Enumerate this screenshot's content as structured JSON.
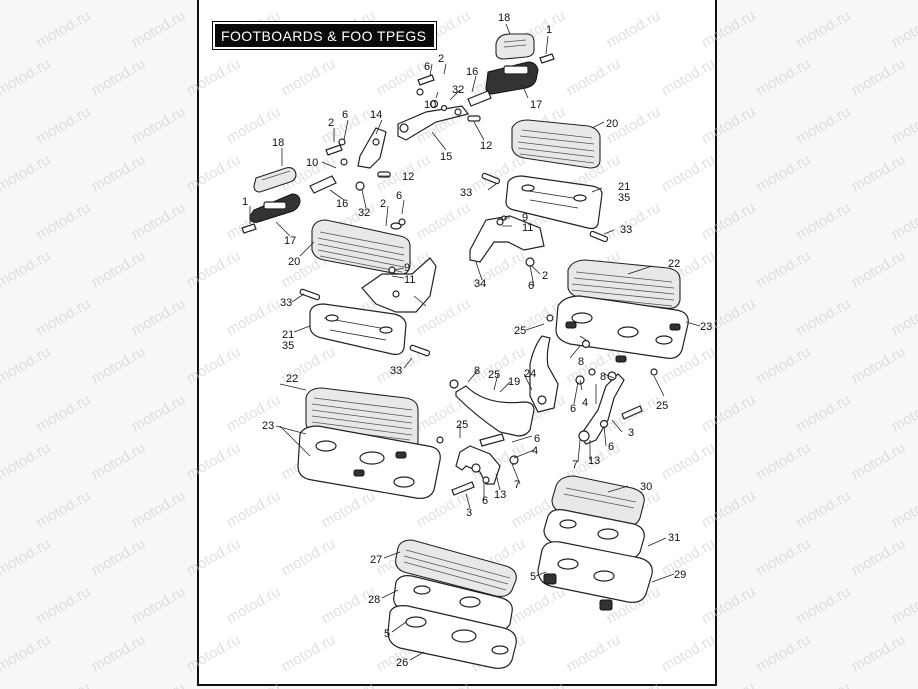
{
  "title": "FOOTBOARDS & FOO TPEGS",
  "watermark": "motod.ru",
  "callouts": [
    "18",
    "1",
    "6",
    "2",
    "16",
    "10",
    "32",
    "17",
    "14",
    "6",
    "2",
    "15",
    "12",
    "18",
    "10",
    "12",
    "16",
    "32",
    "1",
    "17",
    "20",
    "6",
    "2",
    "9",
    "11",
    "20",
    "33",
    "21",
    "35",
    "33",
    "9",
    "11",
    "2",
    "34",
    "6",
    "21",
    "35",
    "33",
    "22",
    "25",
    "23",
    "33",
    "8",
    "24",
    "25",
    "19",
    "8",
    "22",
    "4",
    "8",
    "6",
    "25",
    "23",
    "25",
    "6",
    "3",
    "6",
    "7",
    "13",
    "4",
    "3",
    "6",
    "13",
    "7",
    "30",
    "31",
    "27",
    "5",
    "29",
    "28",
    "5",
    "26"
  ]
}
